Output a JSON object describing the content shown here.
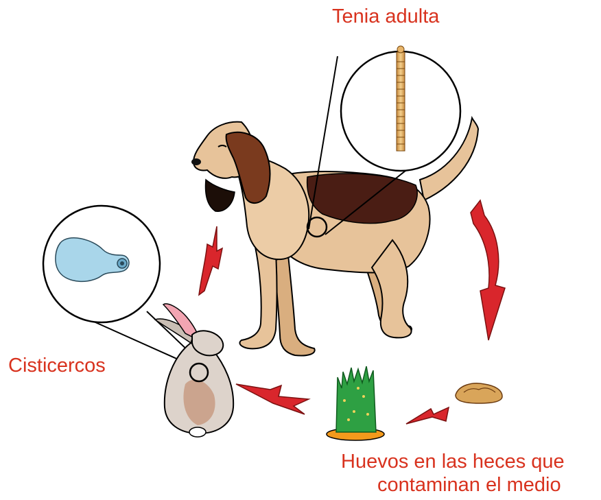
{
  "diagram": {
    "labels": {
      "adult_tapeworm": "Tenia adulta",
      "cysticerci": "Cisticercos",
      "eggs_line1": "Huevos en las heces que",
      "eggs_line2": "contaminan el medio"
    },
    "colors": {
      "label_text": "#d8321e",
      "arrow_fill": "#d9262c",
      "dog_coat": "#e7c39a",
      "dog_saddle": "#4a1d14",
      "tapeworm": "#e8b56a",
      "cyst": "#a9d6ea",
      "grass": "#2ea043",
      "soil": "#f39a1c",
      "feces": "#d9a55a",
      "rabbit": "#ddd3cb",
      "rabbit_ear": "#f2a5b2"
    },
    "stages": [
      "adult_tapeworm",
      "eggs_in_feces",
      "contaminated_grass",
      "rabbit_intermediate_host",
      "cysticerci"
    ]
  }
}
